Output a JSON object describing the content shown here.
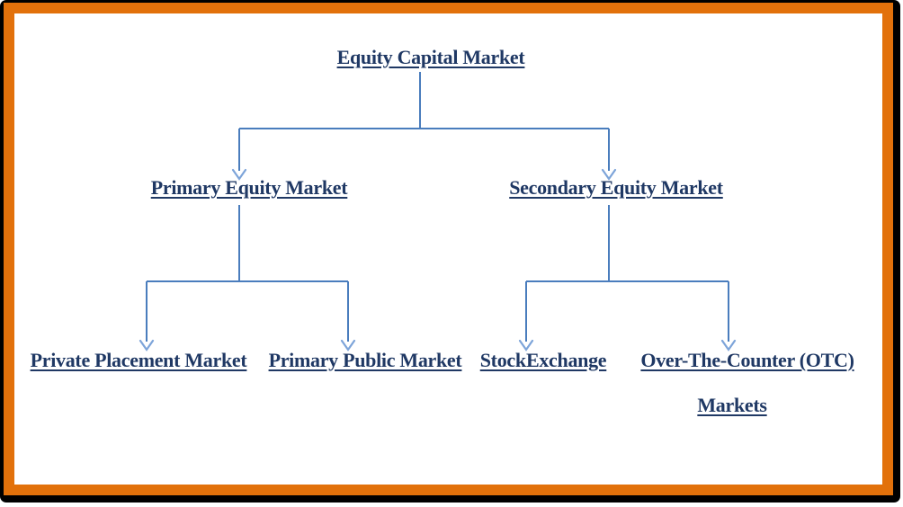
{
  "colors": {
    "text_color": "#1f3864",
    "line_color": "#4a7dbd",
    "arrow_color": "#7da4d9",
    "border_color": "#e2710b",
    "shadow_color": "#000000",
    "background_color": "#ffffff"
  },
  "diagram": {
    "type": "tree",
    "title": "Equity Capital Market",
    "nodes": {
      "root": {
        "label": "Equity Capital Market"
      },
      "primary": {
        "label": "Primary Equity Market"
      },
      "secondary": {
        "label": "Secondary Equity Market"
      },
      "private_placement": {
        "label": "Private Placement Market"
      },
      "primary_public": {
        "label": "Primary Public Market"
      },
      "stock_exchange": {
        "label": "Stock Exchange"
      },
      "otc": {
        "label_line1": "Over-The-Counter (OTC)",
        "label_line2": "Markets"
      }
    },
    "edges": [
      {
        "from": "Equity Capital Market",
        "to": "Primary Equity Market"
      },
      {
        "from": "Equity Capital Market",
        "to": "Secondary Equity Market"
      },
      {
        "from": "Primary Equity Market",
        "to": "Private Placement Market"
      },
      {
        "from": "Primary Equity Market",
        "to": "Primary Public Market"
      },
      {
        "from": "Secondary Equity Market",
        "to": "Stock Exchange"
      },
      {
        "from": "Secondary Equity Market",
        "to": "Over-The-Counter (OTC) Markets"
      }
    ]
  }
}
